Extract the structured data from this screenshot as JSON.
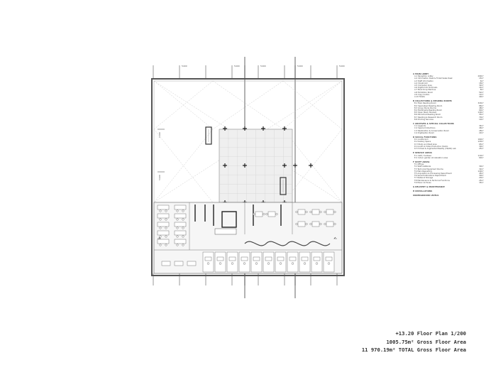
{
  "grid": {
    "top_marks": [
      "",
      "5400",
      "",
      "5400",
      "",
      "5400",
      "",
      "5400",
      "",
      "5400"
    ],
    "left_marks": [
      "5400",
      "5400",
      "5400"
    ]
  },
  "legend": {
    "sections": [
      {
        "title": "A MAIN LOBBY",
        "rows": [
          [
            "A.1 Reception Lobby",
            "290m²"
          ],
          [
            "A.2 Information Desk & Ticket Sales Desk",
            "15m²"
          ],
          [
            "A.3 Staff Information",
            "6m²"
          ],
          [
            "A.4 Cloakroom",
            "18m²"
          ],
          [
            "A.5 Computer Area",
            "32m²"
          ],
          [
            "A.6 Digital Info Terminals",
            "14m²"
          ],
          [
            "A.7 Book Drop Machine",
            "8m²"
          ],
          [
            "A.8 Exhibition Room",
            "52m²"
          ],
          [
            "A.9 Copy Centre",
            "12m²"
          ],
          [
            "A.10 Toilets",
            "40m²"
          ]
        ]
      },
      {
        "title": "B COLLECTIONS & READING ROOMS",
        "rows": [
          [
            "B.1 Main Reading Room",
            "320m²"
          ],
          [
            "B.2 Specialised Reading Room",
            "86m²"
          ],
          [
            "B.3 Group Study Rooms",
            "48m²"
          ],
          [
            "B.4 Multimedia Reading Room",
            "60m²"
          ],
          [
            "B.5 Open Stack Shelves",
            "140m²"
          ],
          [
            "B.6 Periodical Reading Room",
            "55m²"
          ],
          [
            "B.7 Reading & Research Room",
            "70m²"
          ],
          [
            "B.8 Printing Services",
            "10m²"
          ]
        ]
      },
      {
        "title": "C ARCHIVES & SPECIAL COLLECTIONS",
        "rows": [
          [
            "C.1 Legends",
            "34m²"
          ],
          [
            "C.2 Special Collections",
            "46m²"
          ],
          [
            "C.3 Restoration & Conservation Room",
            "28m²"
          ],
          [
            "C.4 Digitisation Room",
            "22m²"
          ]
        ]
      },
      {
        "title": "D SOCIAL FUNCTIONS",
        "rows": [
          [
            "D.1 Auditorium",
            "160m²"
          ],
          [
            "D.2 Gallery Space",
            "120m²"
          ],
          [
            "D.3 Study and Rest area",
            "65m²"
          ],
          [
            "D.4 Audio & Video Production Studio",
            "30m²"
          ],
          [
            "D.5 Virtual & Augmented Reality (VR/AR) Lab",
            "25m²"
          ]
        ]
      },
      {
        "title": "E SERVICE AREAS",
        "rows": [
          [
            "E.1 Café / Canteen",
            "110m²"
          ],
          [
            "E.2 Indoor garden at relaxation area",
            "60m²"
          ]
        ]
      },
      {
        "title": "F STAFF AREAS",
        "rows": [
          [
            "F.1 Offices",
            ""
          ],
          [
            "F.2 Staff Cafeteria",
            "30m²"
          ],
          [
            "F.3 Technical Equipment Rooms",
            "32m²"
          ],
          [
            "F.4 Main Repository",
            "140m²"
          ],
          [
            "F.5 Acquisition & Processing Department",
            "45m²"
          ],
          [
            "F.6 Serial Publications Department",
            "30m²"
          ],
          [
            "F.7 Network Storage",
            "20m²"
          ],
          [
            "F.8 Maintenance & Technical Functions",
            "25m²"
          ],
          [
            "F.9 Music Archives",
            "35m²"
          ]
        ]
      },
      {
        "title": "G DELIVERY & MAINTENANCE",
        "rows": []
      },
      {
        "title": "H INSTALLATIONS",
        "rows": []
      },
      {
        "title": "UNDERGROUND LEVELS",
        "rows": []
      }
    ]
  },
  "captions": {
    "line1": "+13.20 Floor Plan 1/200",
    "line2": "1005.75m² Gross Floor Area",
    "line3": "11 970.19m² TOTAL Gross Floor Area"
  }
}
